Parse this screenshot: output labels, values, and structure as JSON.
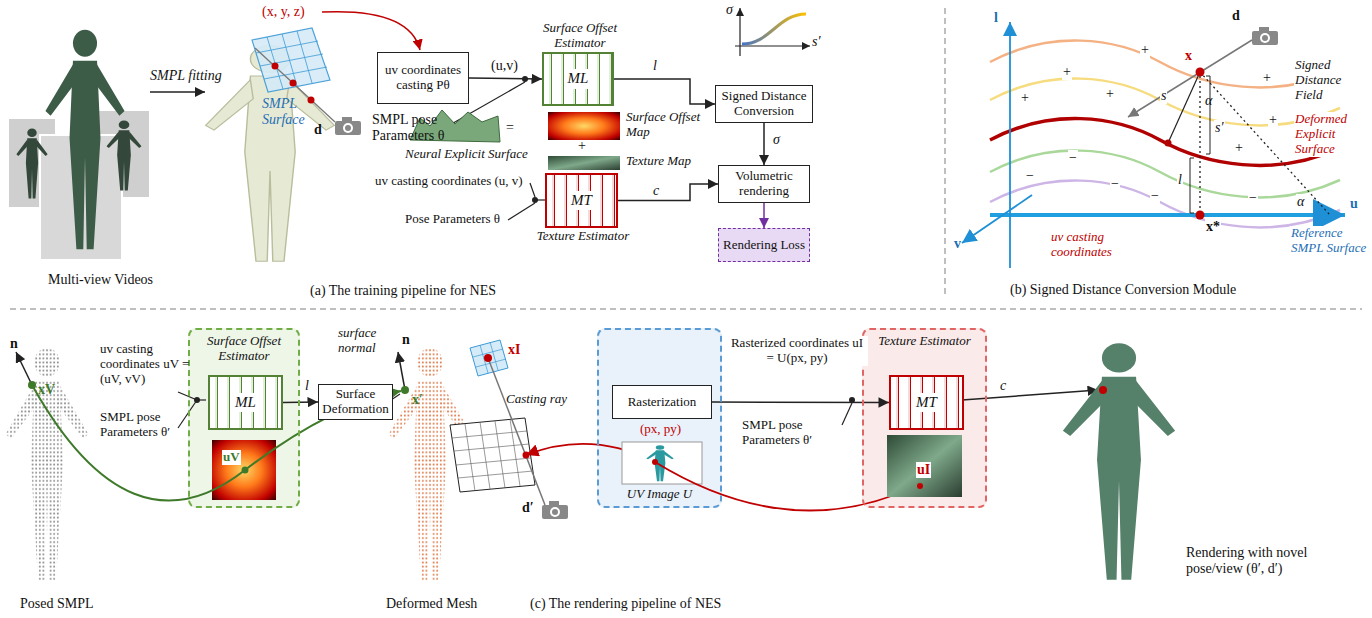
{
  "diagram": {
    "nodes": [
      {
        "text": [
          "uv coordinates casting Pθ"
        ]
      },
      {
        "text": [
          "Surface Offset Estimator",
          "ML"
        ]
      },
      {
        "text": [
          "Signed Distance Conversion"
        ]
      },
      {
        "text": [
          "Volumetric rendering"
        ]
      },
      {
        "text": [
          "MT",
          "Texture Estimator"
        ]
      },
      {
        "text": [
          "Rendering Loss"
        ]
      },
      {
        "text": [
          "Surface Offset Estimator"
        ]
      },
      {
        "text": [
          "ML"
        ],
        "in": 6
      },
      {
        "text": [
          "Surface Deformation"
        ]
      },
      {
        "text": [
          "UV Image U"
        ]
      },
      {
        "text": [
          "Rasterization"
        ],
        "in": 9
      },
      {
        "text": [
          "Texture Estimator"
        ]
      },
      {
        "text": [
          "MT"
        ],
        "in": 11
      }
    ],
    "edges": [
      {
        "from": 0,
        "to": 1,
        "arrow": "to",
        "label": "(u,v)"
      },
      {
        "from": 1,
        "to": 2,
        "arrow": "to",
        "label": "l"
      },
      {
        "from": 2,
        "to": 3,
        "arrow": "to",
        "label": "σ"
      },
      {
        "from": 4,
        "to": 3,
        "arrow": "to",
        "label": "c"
      },
      {
        "from": 3,
        "to": 5,
        "arrow": "to"
      },
      {
        "from": 7,
        "to": 8,
        "arrow": "to",
        "label": "l"
      },
      {
        "from": 10,
        "to": 12,
        "arrow": "to",
        "label": "Rasterized coordinates uI = U(px, py)"
      }
    ],
    "labels": [
      "SMPL fitting",
      "Multi-view Videos",
      "(x, y, z)",
      "d",
      "SMPL Surface",
      "SMPL pose Parameters θ",
      "Neural Explicit Surface",
      "=",
      "Surface Offset Map",
      "+",
      "Texture Map",
      "σ",
      "s′",
      "uv casting coordinates (u, v)",
      "Pose Parameters θ",
      "(a) The training pipeline for NES",
      "l",
      "u",
      "v",
      "d",
      "x",
      "s",
      "α",
      "s′",
      "l",
      "α",
      "x*",
      "Signed Distance Field",
      "Deformed Explicit Surface",
      "uv casting coordinates",
      "Reference SMPL Surface",
      "(b) Signed Distance Conversion Module",
      "+",
      "+",
      "+",
      "+",
      "+",
      "+",
      "+",
      "−",
      "−",
      "−",
      "−",
      "−",
      "n",
      "xV",
      "Posed SMPL",
      "uv casting coordinates uV = (uV, vV)",
      "SMPL pose Parameters θ′",
      "uV",
      "surface normal",
      "n",
      "x′",
      "Deformed Mesh",
      "xI",
      "Casting ray",
      "d′",
      "(px, py)",
      "SMPL pose Parameters θ′",
      "uI",
      "c",
      "Rendering with novel pose/view (θ′, d′)",
      "(c) The rendering pipeline of NES"
    ]
  }
}
